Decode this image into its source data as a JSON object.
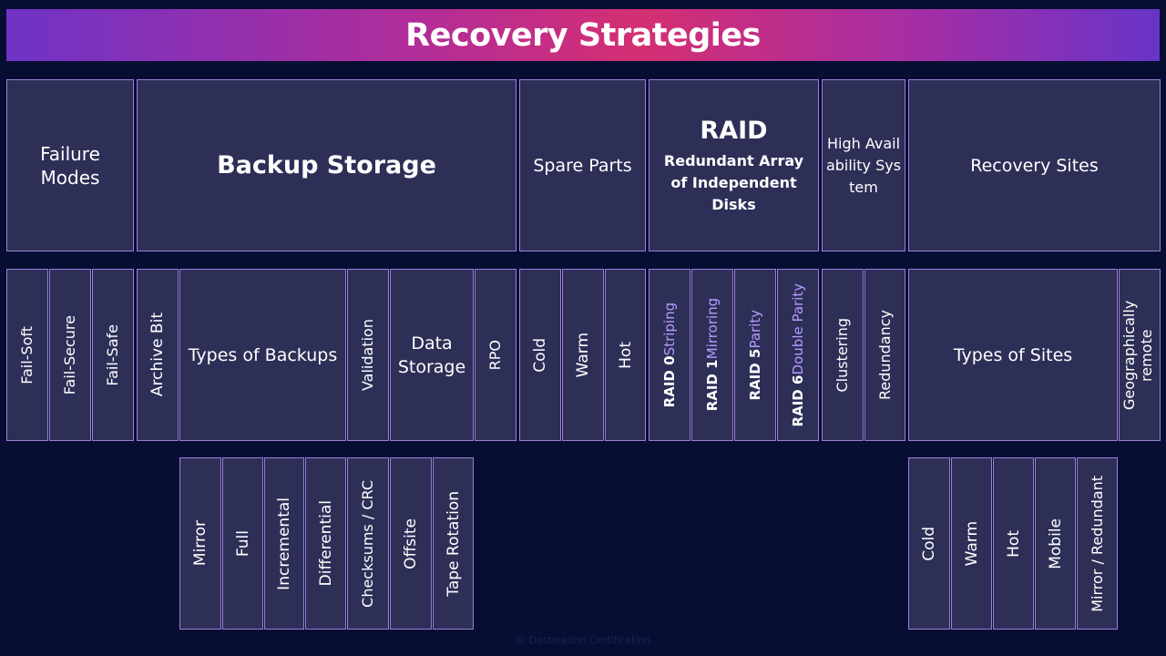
{
  "title": "Recovery Strategies",
  "colors": {
    "background": "#080d33",
    "box_fill": "#2d2f57",
    "box_border": "#9a7fd8",
    "accent_text": "#b69cff",
    "title_gradient": [
      "#6f33c6",
      "#d42f72",
      "#6734c8"
    ]
  },
  "categories": {
    "failure_modes": "Failure Modes",
    "backup_storage": "Backup Storage",
    "spare_parts": "Spare Parts",
    "raid_title": "RAID",
    "raid_subtitle": "Redundant Array of Independent Disks",
    "high_availability": "High Availability System",
    "recovery_sites": "Recovery Sites"
  },
  "row2": {
    "fail_soft": "Fail-Soft",
    "fail_secure": "Fail-Secure",
    "fail_safe": "Fail-Safe",
    "archive_bit": "Archive Bit",
    "types_of_backups": "Types of Backups",
    "validation": "Validation",
    "data_storage": "Data Storage",
    "rpo": "RPO",
    "spare_cold": "Cold",
    "spare_warm": "Warm",
    "spare_hot": "Hot",
    "raid0_level": "RAID 0",
    "raid0_desc": "Striping",
    "raid1_level": "RAID 1",
    "raid1_desc": "Mirroring",
    "raid5_level": "RAID 5",
    "raid5_desc": "Parity",
    "raid6_level": "RAID 6",
    "raid6_desc": "Double Parity",
    "clustering": "Clustering",
    "redundancy": "Redundancy",
    "types_of_sites": "Types of Sites",
    "geographically_remote": "Geographically remote"
  },
  "row3": {
    "mirror": "Mirror",
    "full": "Full",
    "incremental": "Incremental",
    "differential": "Differential",
    "checksums": "Checksums / CRC",
    "offsite": "Offsite",
    "tape_rotation": "Tape Rotation",
    "site_cold": "Cold",
    "site_warm": "Warm",
    "site_hot": "Hot",
    "site_mobile": "Mobile",
    "site_mirror": "Mirror / Redundant"
  },
  "footer": "© Destination Certification"
}
